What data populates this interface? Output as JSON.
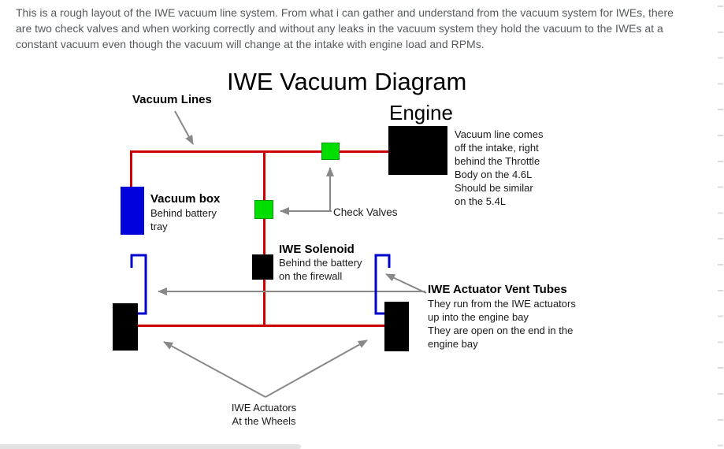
{
  "intro": {
    "text": "This is a rough layout of the IWE vacuum line system. From what i can gather and understand from the vacuum system for IWEs, there are two check valves and when working correctly and without any leaks in the vacuum system they hold the vacuum to the IWEs at a constant vacuum even though the vacuum will change at the intake with engine load and RPMs.",
    "text_color": "#555a5e"
  },
  "diagram": {
    "title": "IWE Vacuum Diagram",
    "vacuum_lines_label": "Vacuum Lines",
    "engine": {
      "label": "Engine",
      "note": "Vacuum line comes\noff the intake, right\nbehind the Throttle\nBody on the 4.6L\nShould be similar\non the 5.4L"
    },
    "vacuum_box": {
      "title": "Vacuum box",
      "note": "Behind battery\ntray"
    },
    "check_valves_label": "Check Valves",
    "solenoid": {
      "title": "IWE Solenoid",
      "note": "Behind the battery\non the firewall"
    },
    "vent_tubes": {
      "title": "IWE Actuator Vent Tubes",
      "note": "They run from the IWE actuators\nup into the engine bay\nThey are open on the end in the\nengine bay"
    },
    "actuators_label": "IWE Actuators\nAt the Wheels",
    "colors": {
      "vacuum_line_red": "#cc0000",
      "check_valve_green": "#00dd00",
      "check_valve_border": "#009900",
      "vacuum_box_blue": "#0000dd",
      "vent_tube_blue": "#0000cc",
      "arrow_gray": "#888888",
      "component_black": "#000000"
    }
  },
  "chrome": {
    "tick_color": "#dcdcdc",
    "scrollbar_color": "#e2e2e2"
  }
}
